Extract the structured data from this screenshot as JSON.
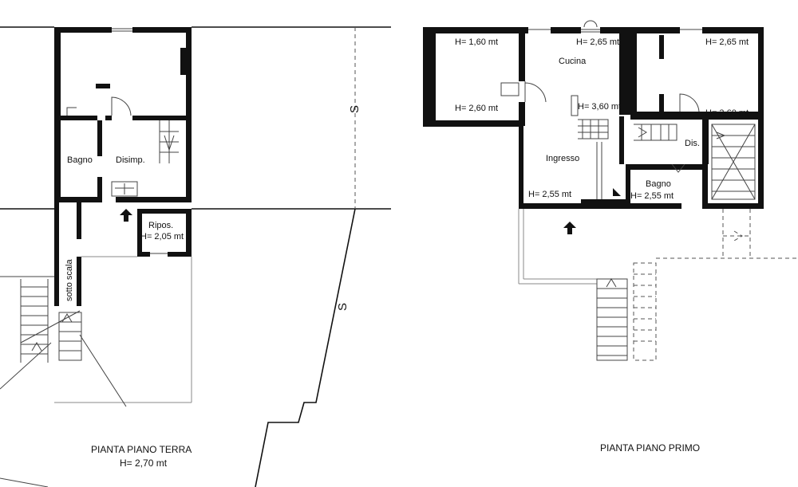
{
  "ground_floor": {
    "title": "PIANTA PIANO TERRA",
    "height_note": "H= 2,70 mt",
    "rooms": {
      "bagno": "Bagno",
      "disimp": "Disimp.",
      "ripos": "Ripos.",
      "ripos_height": "H= 2,05 mt",
      "sotto_scala": "sotto scala"
    }
  },
  "first_floor": {
    "title": "PIANTA PIANO PRIMO",
    "rooms": {
      "cucina": "Cucina",
      "ingresso": "Ingresso",
      "dis": "Dis.",
      "bagno": "Bagno"
    },
    "heights": {
      "h160": "H= 1,60 mt",
      "h260": "H= 2,60 mt",
      "h265_cucina": "H= 2,65 mt",
      "h265_right": "H= 2,65 mt",
      "h360_cucina": "H= 3,60 mt",
      "h360_right": "H= 3,60 mt",
      "h255_ingresso": "H= 2,55 mt",
      "h255_bagno": "H= 2,55 mt"
    }
  },
  "section_markers": {
    "top": "S",
    "bottom": "S"
  }
}
